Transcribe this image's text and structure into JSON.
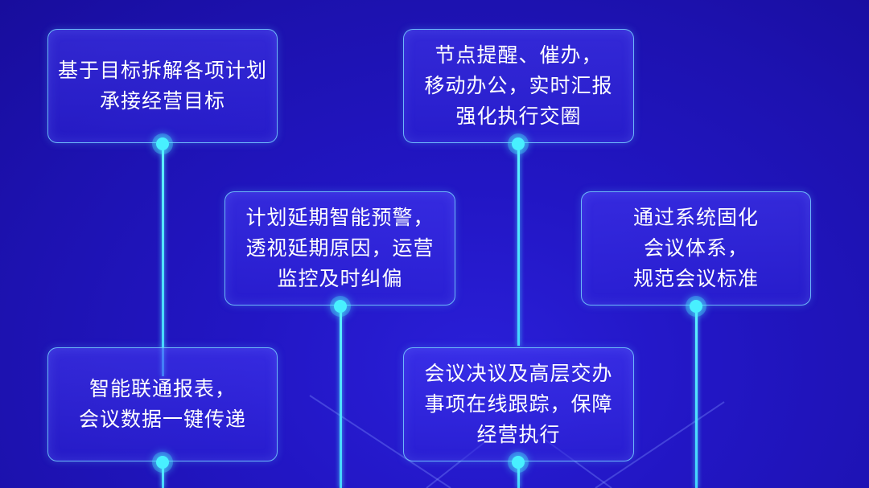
{
  "cards": [
    {
      "id": "card-target-decompose",
      "lines": [
        "基于目标拆解各项计划",
        "承接经营目标"
      ]
    },
    {
      "id": "card-node-reminder",
      "lines": [
        "节点提醒、催办，",
        "移动办公，实时汇报",
        "强化执行交圈"
      ]
    },
    {
      "id": "card-delay-warning",
      "lines": [
        "计划延期智能预警，",
        "透视延期原因，运营",
        "监控及时纠偏"
      ]
    },
    {
      "id": "card-meeting-system",
      "lines": [
        "通过系统固化",
        "会议体系，",
        "规范会议标准"
      ]
    },
    {
      "id": "card-report-link",
      "lines": [
        "智能联通报表，",
        "会议数据一键传递"
      ]
    },
    {
      "id": "card-resolution-tracking",
      "lines": [
        "会议决议及高层交办",
        "事项在线跟踪，保障",
        "经营执行"
      ]
    }
  ],
  "colors": {
    "background": "#2216c4",
    "card_border": "#78d2ff",
    "connector": "#48f0ff",
    "text": "#ffffff"
  }
}
